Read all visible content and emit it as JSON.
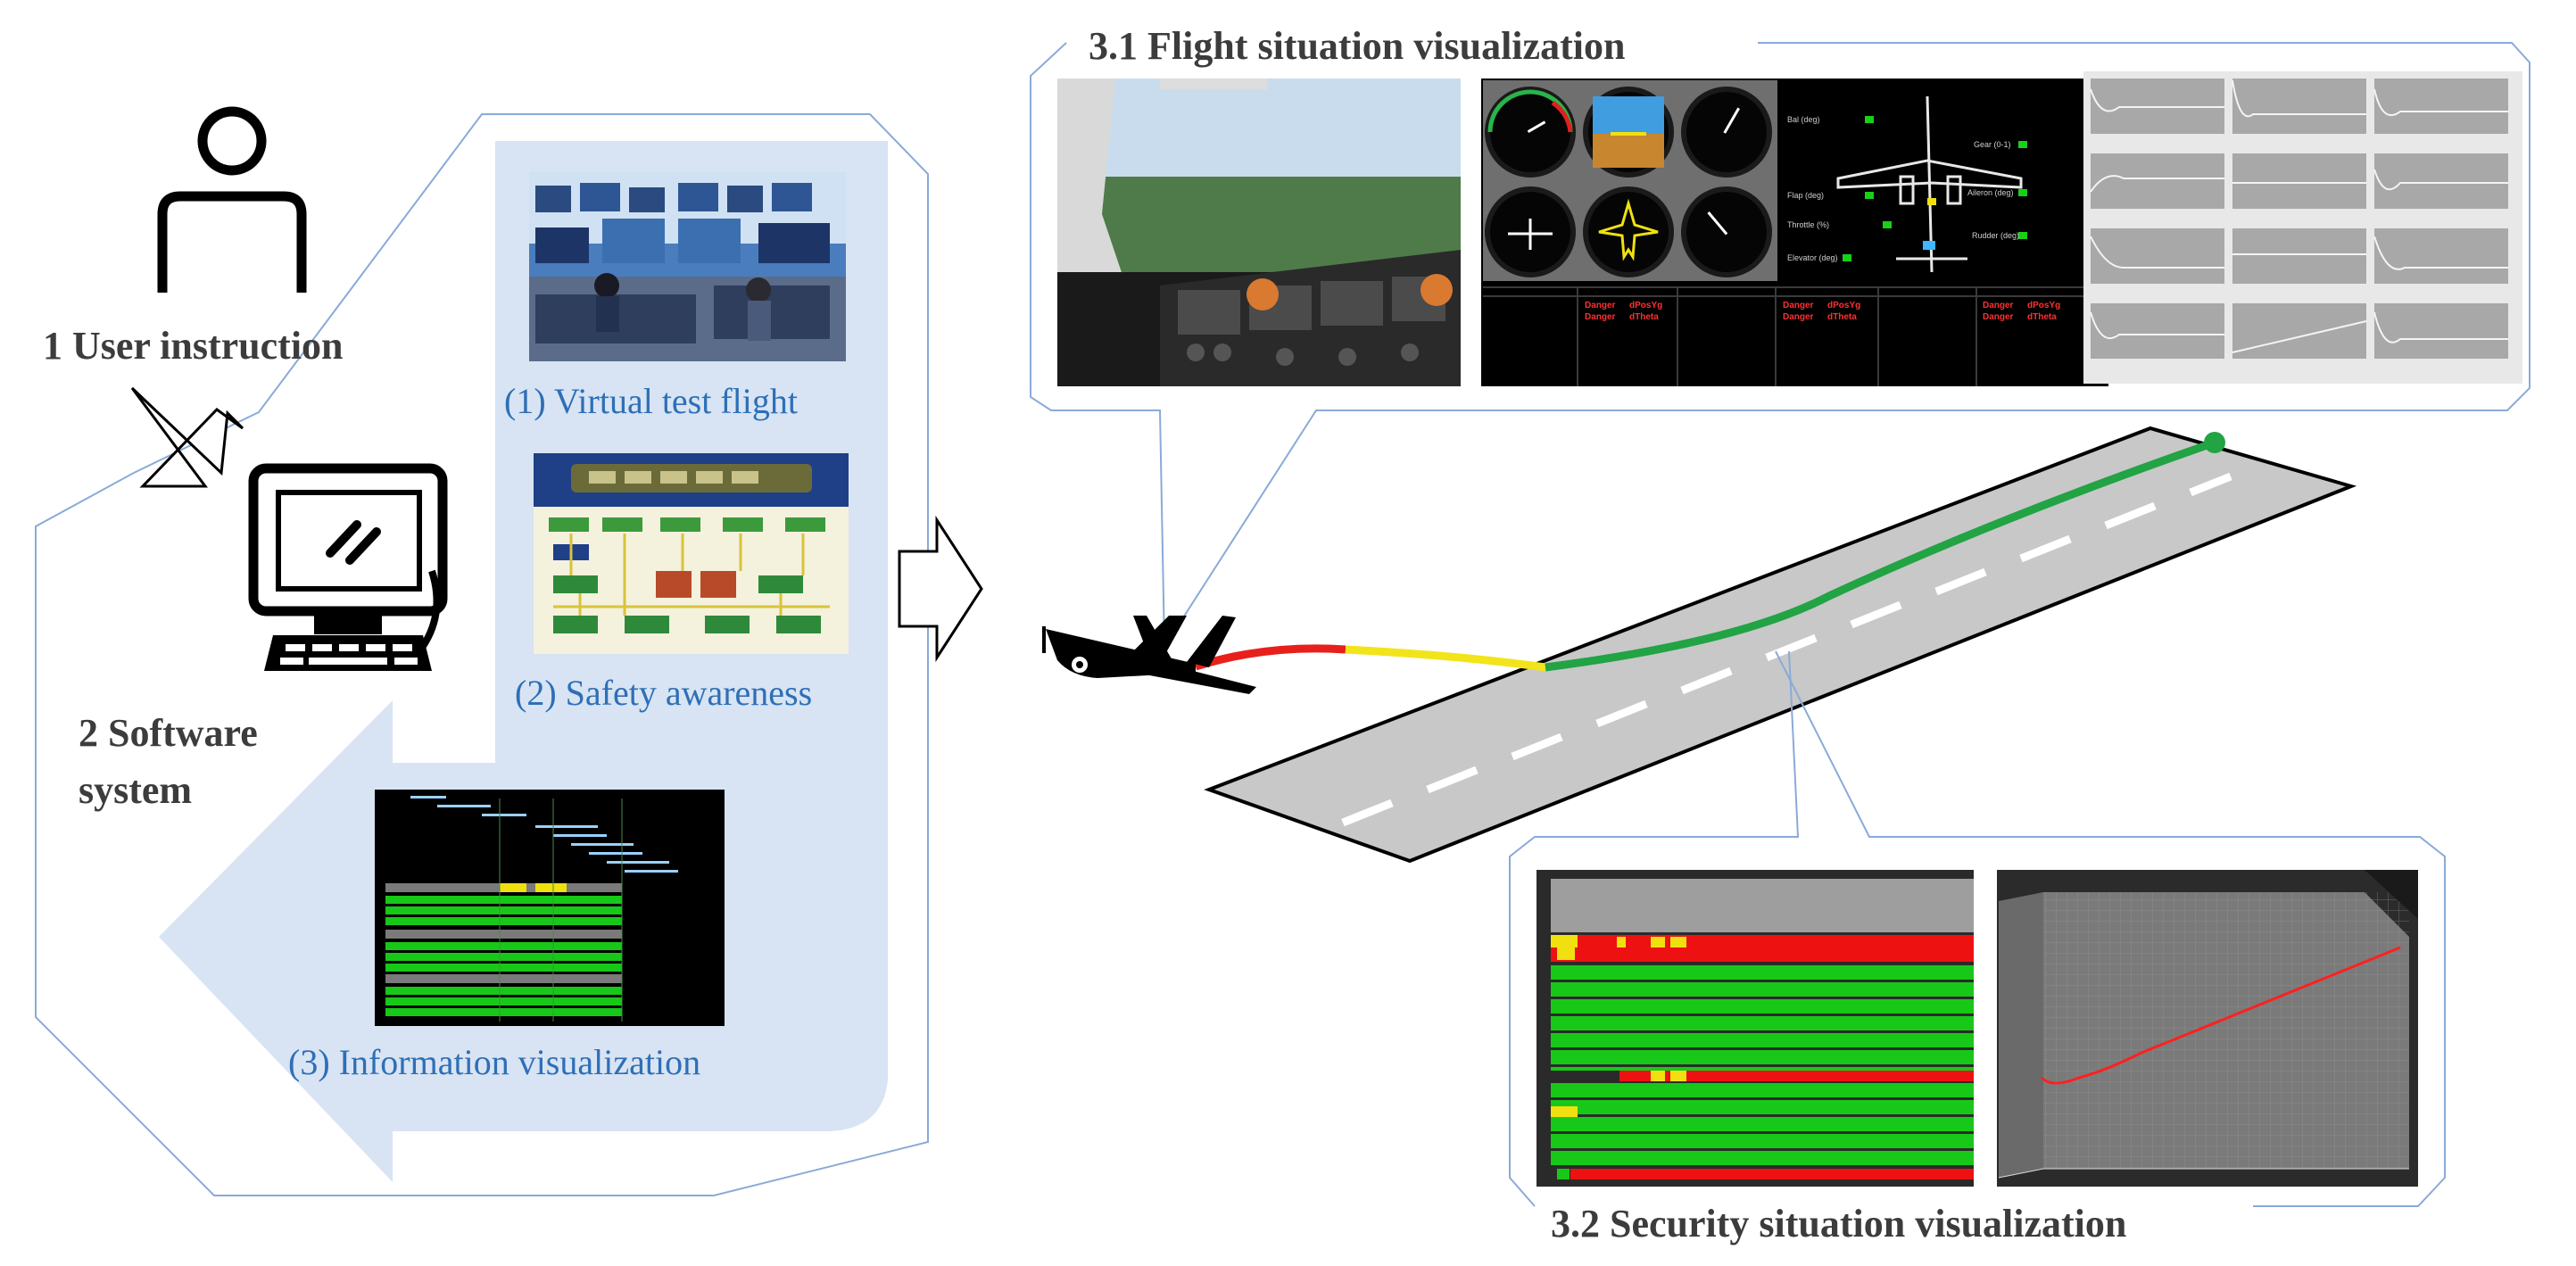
{
  "labels": {
    "user_instruction": "1 User instruction",
    "software_system_line1": "2 Software",
    "software_system_line2": "system",
    "virtual_test_flight": "(1)  Virtual test flight",
    "safety_awareness": "(2) Safety awareness",
    "information_visualization": "(3)  Information visualization",
    "flight_situation": "3.1 Flight situation visualization",
    "security_situation": "3.2 Security situation visualization"
  },
  "instrument_labels": {
    "bal": "Bal (deg)",
    "gear": "Gear (0-1)",
    "flap": "Flap (deg)",
    "aileron": "Aileron (deg)",
    "throttle": "Throttle (%)",
    "rudder": "Rudder (deg)",
    "elevator": "Elevator (deg)"
  },
  "danger_messages": {
    "danger": "Danger",
    "d_pos_y": "dPosYg",
    "d_theta": "dTheta"
  },
  "colors": {
    "panel_fill": "#d8e4f3",
    "outline": "#8aaad8",
    "label_blue": "#2e6fb7",
    "path_red": "#e8201c",
    "path_yellow": "#f2e41a",
    "path_green": "#22a344",
    "runway": "#c8c8c8",
    "status_green": "#18c818",
    "status_red": "#ee1111",
    "status_yellow": "#f0e010",
    "status_gray": "#7a7a7a"
  },
  "icons": {
    "user": "person-outline-icon",
    "computer": "computer-terminal-icon",
    "arrow_down_right": "hollow-arrow-down-right-icon",
    "arrow_right": "hollow-arrow-right-icon",
    "airplane": "airplane-icon"
  }
}
